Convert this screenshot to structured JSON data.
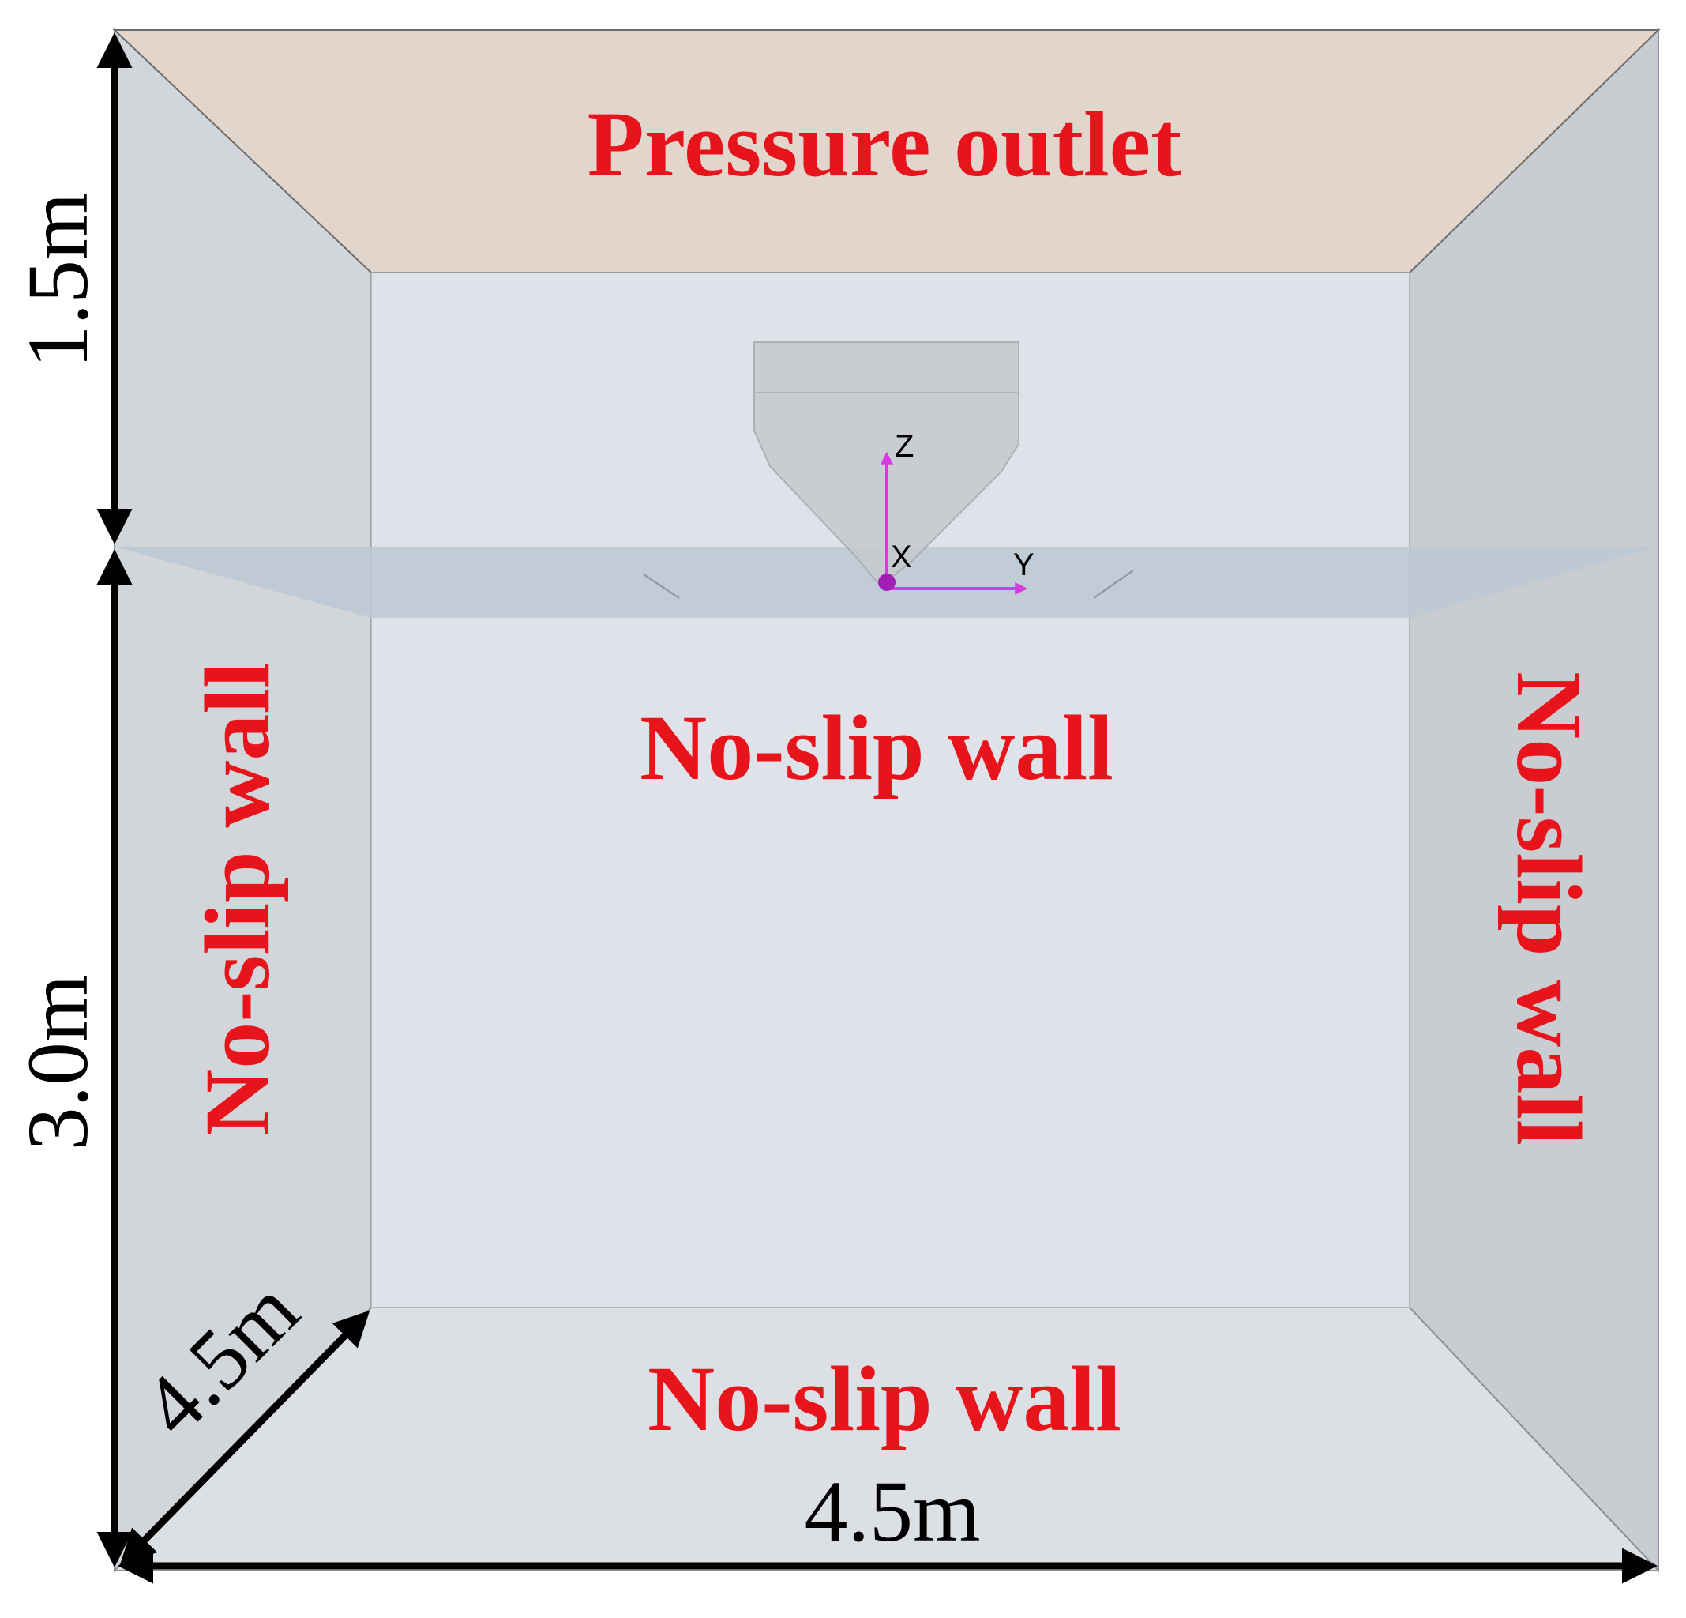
{
  "labels": {
    "top": "Pressure outlet",
    "back": "No-slip wall",
    "left": "No-slip wall",
    "right": "No-slip wall",
    "bottom": "No-slip wall"
  },
  "dimensions": {
    "upper_height": "1.5m",
    "lower_height": "3.0m",
    "depth": "4.5m",
    "width": "4.5m"
  },
  "axes": {
    "z": "Z",
    "x": "X",
    "y": "Y"
  },
  "colors": {
    "label": "#e8141b",
    "outlet": "#e2d6cc",
    "walls": "#dfe2e8",
    "side_walls": "#cfd2d6",
    "water_band": "#bcc8d4",
    "axis_triad": "#d63be0"
  }
}
